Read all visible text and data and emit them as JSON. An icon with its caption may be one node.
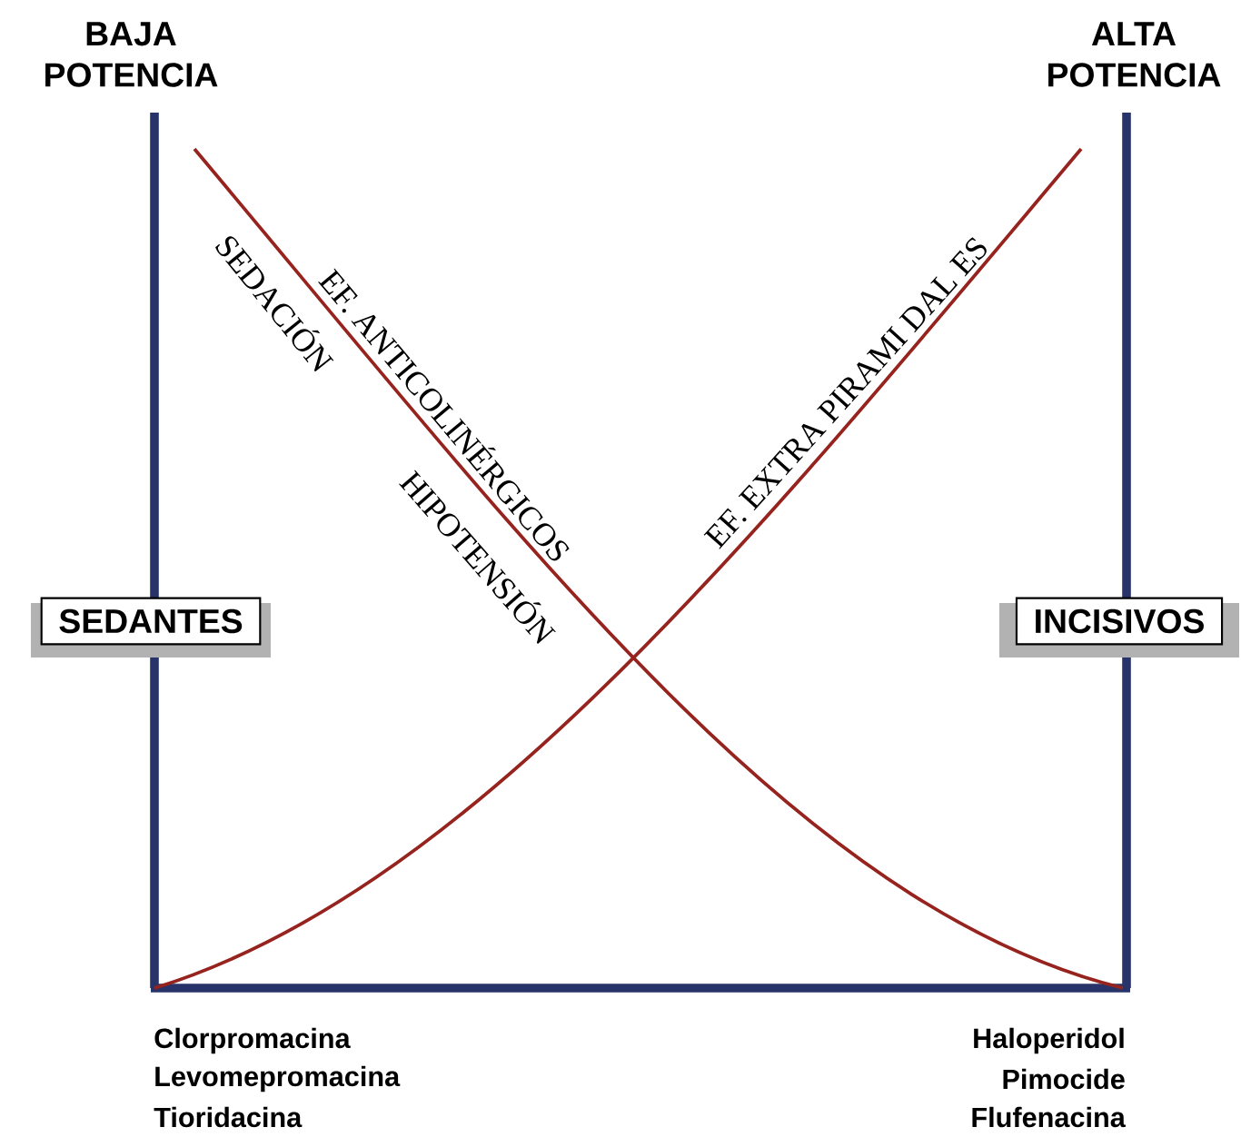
{
  "diagram": {
    "nodes": [
      {
        "text": [
          "SEDANTES"
        ]
      },
      {
        "text": [
          "INCISIVOS"
        ]
      }
    ],
    "labels": [
      "BAJA POTENCIA",
      "ALTA POTENCIA",
      "EF. ANTICOLINÉRGICOS",
      "SEDACIÓN",
      "HIPOTENSIÓN",
      "EF. EXTRA PIRAMI DAL ES",
      "Clorpromacina",
      "Levomepromacina",
      "Tioridacina",
      "Haloperidol",
      "Pimocide",
      "Flufenacina"
    ]
  }
}
